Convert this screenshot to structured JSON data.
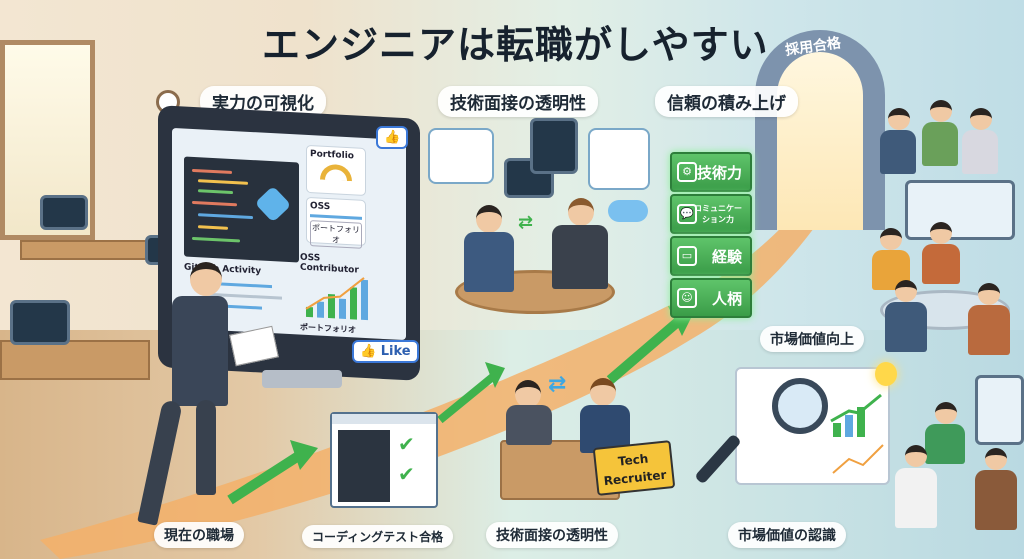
{
  "title": "エンジニアは転職がしやすい",
  "arch_label": "採用合格",
  "sections": {
    "visualization": "実力の可視化",
    "interview_top": "技術面接の透明性",
    "trust": "信頼の積み上げ",
    "market_up": "市場価値向上"
  },
  "bottom_steps": [
    "現在の職場",
    "コーディングテスト合格",
    "技術面接の透明性",
    "市場価値の認識"
  ],
  "monitor": {
    "portfolio": "Portfolio",
    "oss": "OSS",
    "portfolio_jp": "ポートフォリオ",
    "oss_contributor": "OSS Contributor",
    "github_activity": "GitHub Activity",
    "chart_caption": "ポートフォリオ"
  },
  "like_label": "Like",
  "trust_blocks": [
    "技術力",
    "コミュニケーション力",
    "経験",
    "人柄"
  ],
  "recruiter_sign": [
    "Tech",
    "Recruiter"
  ],
  "colors": {
    "accent_green": "#3a9c48",
    "arrow_orange": "#f3b06a",
    "title": "#17222e"
  }
}
